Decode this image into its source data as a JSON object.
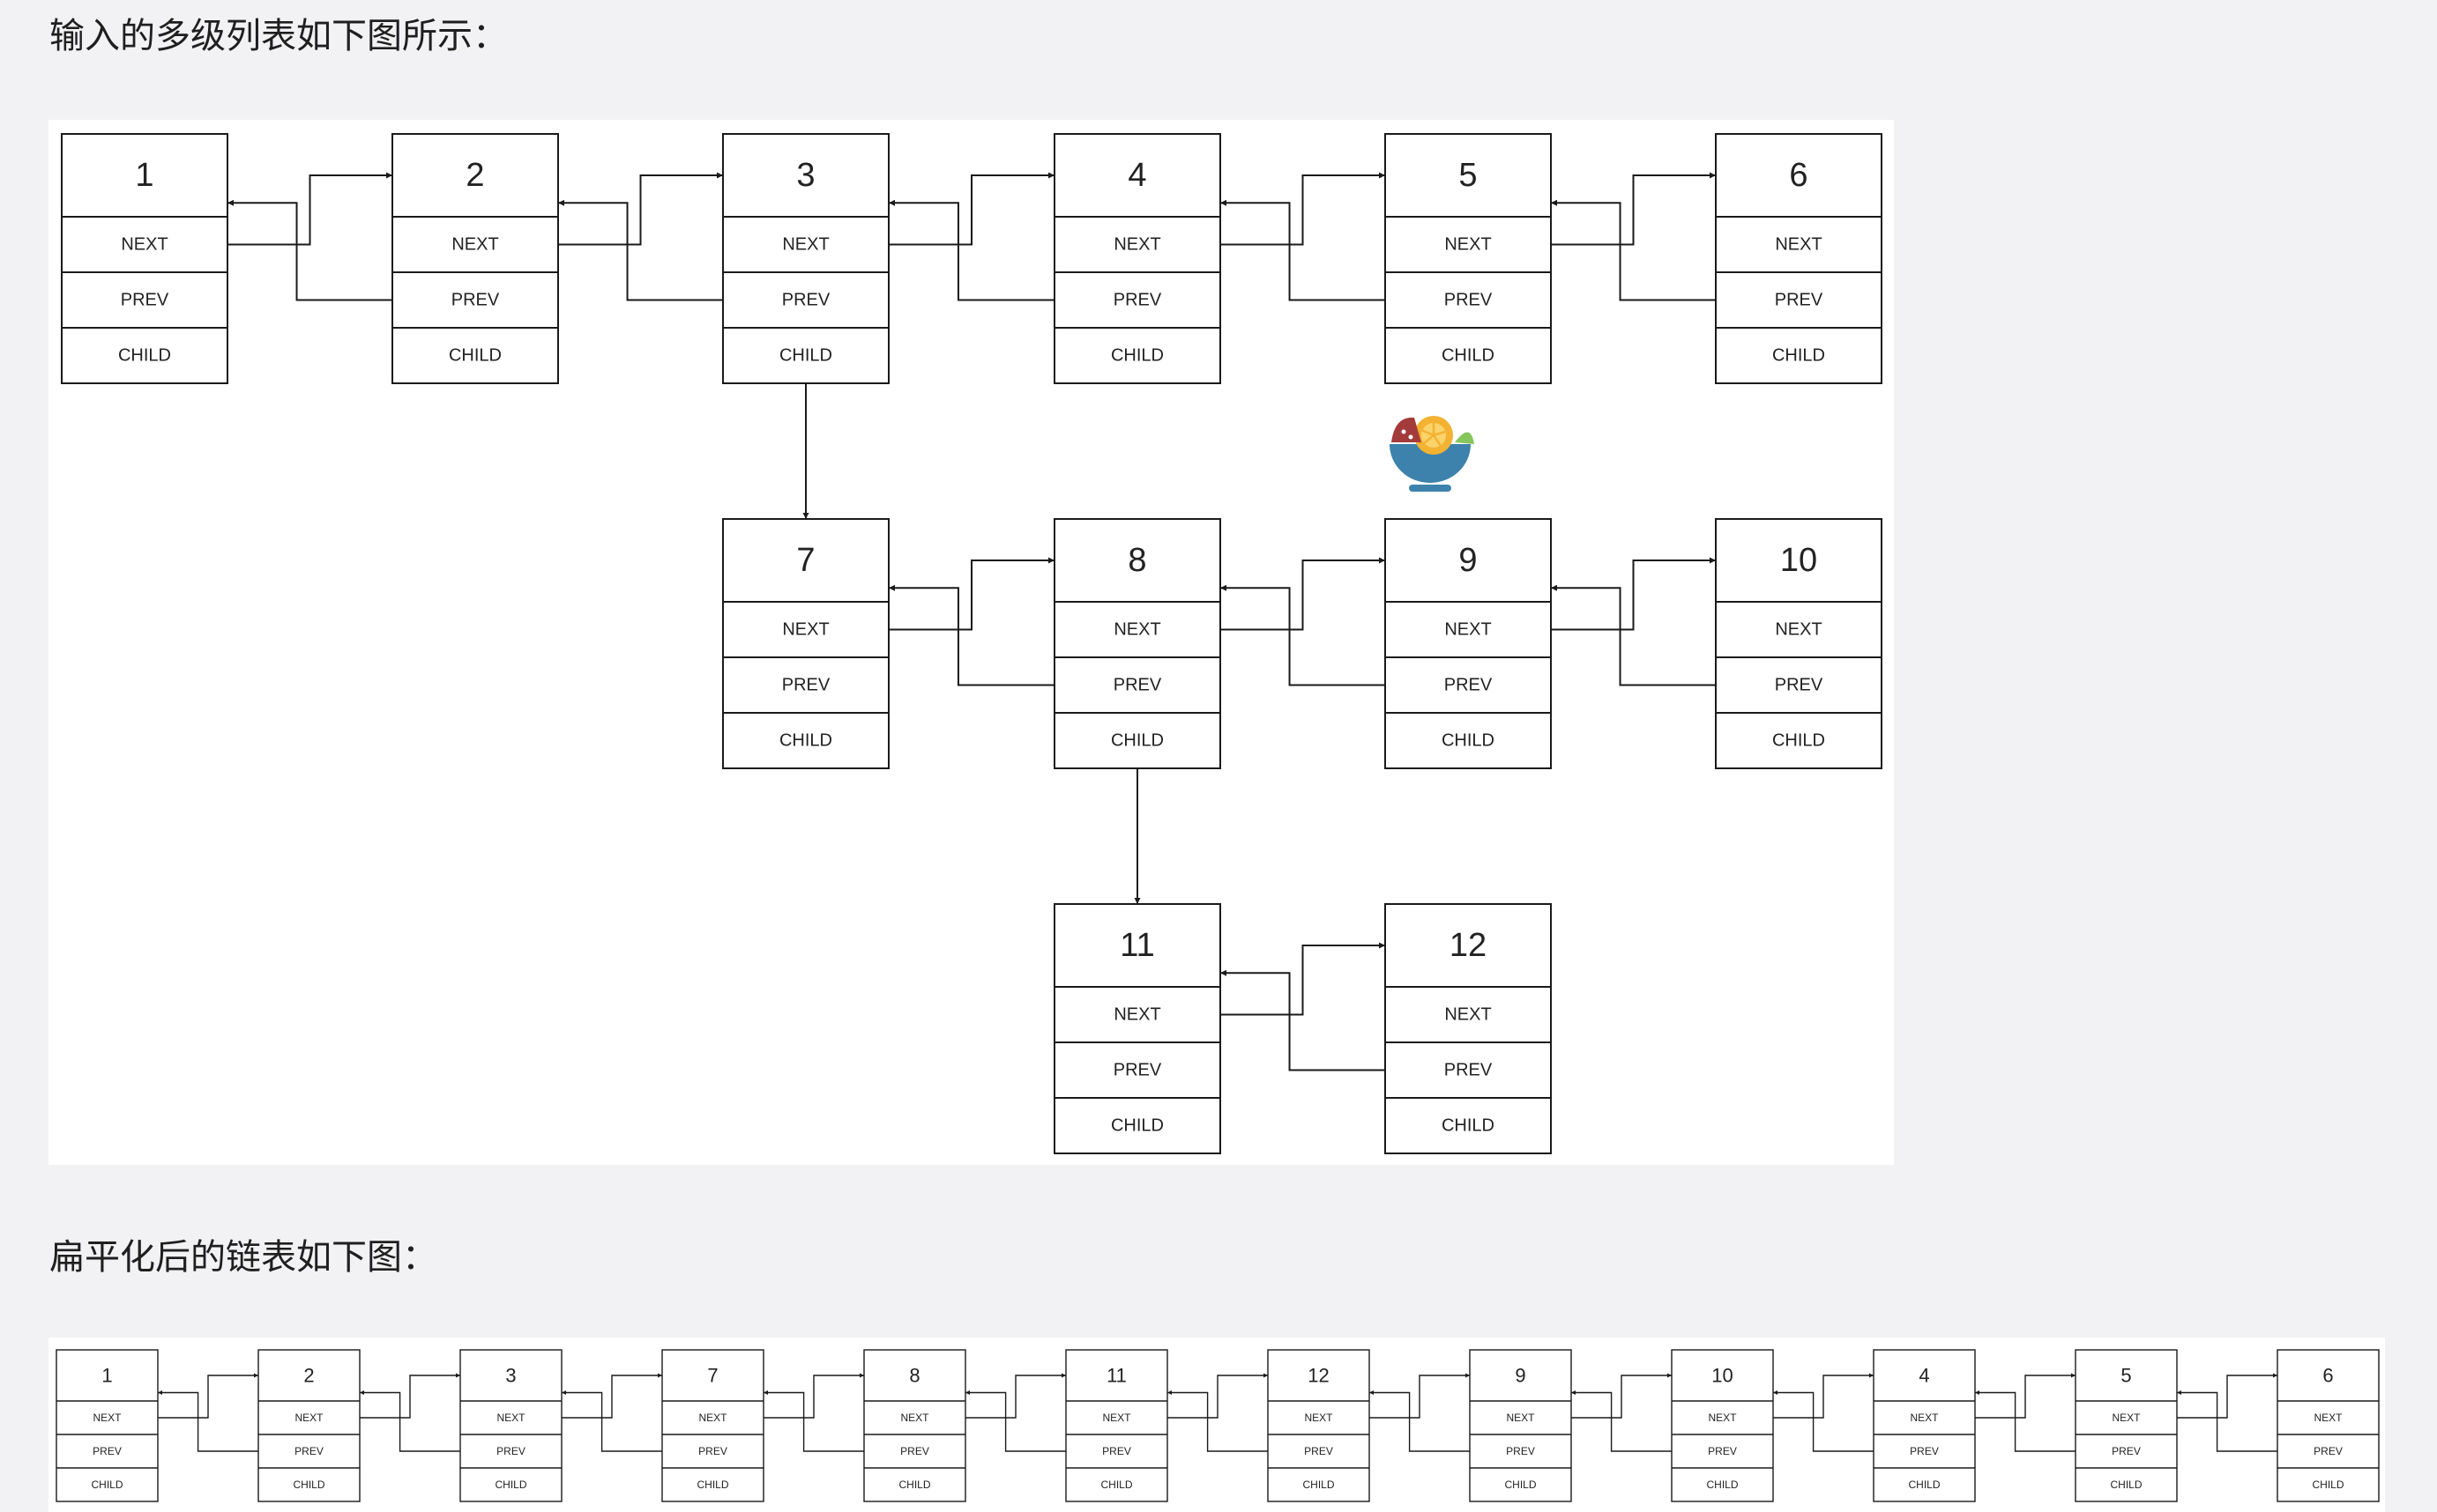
{
  "headings": {
    "input": "输入的多级列表如下图所示：",
    "output": "扁平化后的链表如下图："
  },
  "field_labels": [
    "NEXT",
    "PREV",
    "CHILD"
  ],
  "input_nodes": [
    {
      "id": "1"
    },
    {
      "id": "2"
    },
    {
      "id": "3"
    },
    {
      "id": "4"
    },
    {
      "id": "5"
    },
    {
      "id": "6"
    },
    {
      "id": "7"
    },
    {
      "id": "8"
    },
    {
      "id": "9"
    },
    {
      "id": "10"
    },
    {
      "id": "11"
    },
    {
      "id": "12"
    }
  ],
  "input_links": [
    [
      "1",
      "2"
    ],
    [
      "2",
      "3"
    ],
    [
      "3",
      "4"
    ],
    [
      "4",
      "5"
    ],
    [
      "5",
      "6"
    ],
    [
      "7",
      "8"
    ],
    [
      "8",
      "9"
    ],
    [
      "9",
      "10"
    ],
    [
      "11",
      "12"
    ]
  ],
  "child_links": [
    [
      "3",
      "7"
    ],
    [
      "8",
      "11"
    ]
  ],
  "flattened_nodes": [
    "1",
    "2",
    "3",
    "7",
    "8",
    "11",
    "12",
    "9",
    "10",
    "4",
    "5",
    "6"
  ],
  "colors": {
    "background": "#f2f2f4",
    "panel": "#ffffff",
    "stroke": "#1a1a1a",
    "text": "#222222"
  },
  "icons": [
    "salad-bowl-icon"
  ]
}
